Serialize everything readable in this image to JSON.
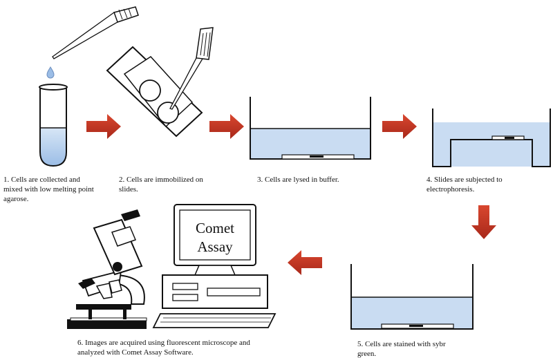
{
  "steps": [
    {
      "number": "1",
      "text": "1.  Cells  are  collected  and\nmixed with low melting point\nagarose."
    },
    {
      "number": "2",
      "text": "2.  Cells  are  immobilized  on\nslides."
    },
    {
      "number": "3",
      "text": "3. Cells are lysed in buffer."
    },
    {
      "number": "4",
      "text": "4.  Slides  are  subjected  to\nelectrophoresis."
    },
    {
      "number": "5",
      "text": "5.  Cells are stained with sybr\ngreen."
    },
    {
      "number": "6",
      "text": "6. Images are acquired using fluorescent microscope and\nanalyzed with Comet Assay Software."
    }
  ],
  "monitor": {
    "line1": "Comet",
    "line2": "Assay"
  },
  "colors": {
    "arrow": "#c0392b",
    "liquid": "#c9dcf2",
    "liquid_dark": "#a9c5e8",
    "outline": "#111111"
  }
}
